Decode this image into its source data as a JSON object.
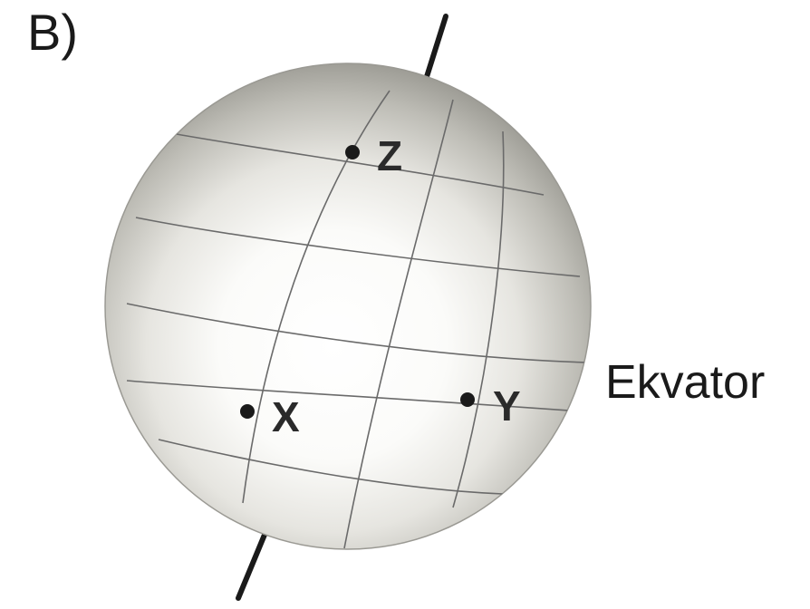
{
  "panel_label": "B)",
  "equator_label": "Ekvator",
  "points": [
    {
      "id": "z",
      "label": "Z"
    },
    {
      "id": "x",
      "label": "X"
    },
    {
      "id": "y",
      "label": "Y"
    }
  ],
  "colors": {
    "axis": "#1a1a1a",
    "grid": "#6a6a6a",
    "point": "#1a1a1a",
    "sphere_light": "#ffffff",
    "sphere_dark": "#8a8a84"
  }
}
